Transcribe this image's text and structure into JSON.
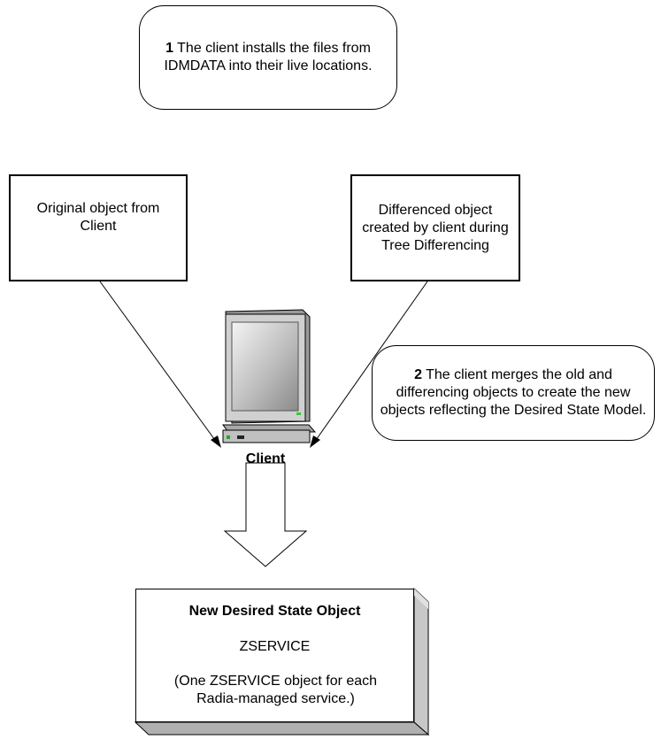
{
  "step1": {
    "number": "1",
    "text": "The client installs the files from IDMDATA into their live locations."
  },
  "original_box": {
    "text": "Original object from Client"
  },
  "differenced_box": {
    "text": "Differenced object created by client during Tree Differencing"
  },
  "step2": {
    "number": "2",
    "text": "The client merges the old and differencing objects to create the new objects reflecting the Desired State Model."
  },
  "client": {
    "label": "Client"
  },
  "desired_state_box": {
    "title": "New Desired State Object",
    "object_name": "ZSERVICE",
    "note": "(One ZSERVICE  object for each Radia-managed service.)"
  }
}
